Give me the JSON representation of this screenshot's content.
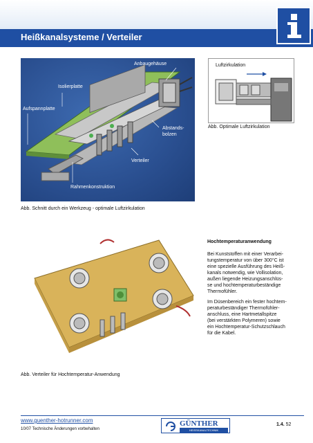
{
  "header": {
    "title": "Heißkanalsysteme / Verteiler",
    "icon": "info-icon"
  },
  "figure_main": {
    "labels": {
      "anbaugehaeuse": "Anbaugehäuse",
      "isolierplatte": "Isolierplatte",
      "aufspannplatte": "Aufspannplatte",
      "abstandsbolzen_1": "Abstands-",
      "abstandsbolzen_2": "bolzen",
      "verteiler": "Verteiler",
      "rahmenkonstruktion": "Rahmenkonstruktion"
    },
    "caption": "Abb. Schnitt durch ein Werkzeug - optimale Luftzirkulation"
  },
  "figure_air": {
    "label": "Luftzirkulation",
    "caption": "Abb. Optimale Luftzirkulation"
  },
  "figure_dist": {
    "caption": "Abb. Verteiler für Hochtemperatur-Anwendung"
  },
  "text": {
    "title": "Hochtemperaturanwendung",
    "para1": [
      "Bei Kunststoffen mit einer Verarbei-",
      "tungstemperatur von über 300°C ist",
      "eine spezielle Ausführung des Heiß-",
      "kanals notwendig, wie Vollisolation,",
      "außen liegende Heizungsanschlüs-",
      "se und hochtemperaturbeständige",
      "Thermofühler."
    ],
    "para2": [
      "Im Düsenbereich ein fester hochtem-",
      "peraturbeständiger Thermofühler-",
      "anschluss, eine Hartmetallspitze",
      "(bei verstärkten Polymeren) sowie",
      "ein Hochtemperatur-Schutzschlauch",
      "für die Kabel."
    ]
  },
  "footer": {
    "link": "www.guenther-hotrunner.com",
    "note": "10/07  Technische Änderungen vorbehalten",
    "logo_word": "GÜNTHER",
    "logo_sub": "HEISSKANALTECHNIK",
    "page_section": "1.4.",
    "page_number": "52"
  },
  "colors": {
    "brand": "#1f4fa3",
    "figure_bg": "#2a4f90",
    "plate": "#d9b35a"
  }
}
